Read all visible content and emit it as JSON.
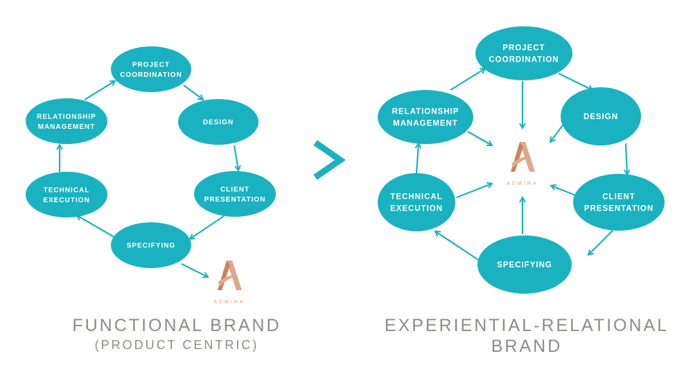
{
  "left_diagram": {
    "nodes": [
      {
        "id": "project-coordination",
        "lines": [
          "PROJECT",
          "COORDINATION"
        ]
      },
      {
        "id": "design",
        "lines": [
          "DESIGN"
        ]
      },
      {
        "id": "client-presentation",
        "lines": [
          "CLIENT",
          "PRESENTATION"
        ]
      },
      {
        "id": "specifying",
        "lines": [
          "SPECIFYING"
        ]
      },
      {
        "id": "technical-execution",
        "lines": [
          "TECHNICAL",
          "EXECUTION"
        ]
      },
      {
        "id": "relationship-management",
        "lines": [
          "RELATIONSHIP",
          "MANAGEMENT"
        ]
      }
    ],
    "logo_text": "ADMIRA",
    "caption_title": "FUNCTIONAL BRAND",
    "caption_subtitle": "(PRODUCT CENTRIC)"
  },
  "right_diagram": {
    "nodes": [
      {
        "id": "project-coordination",
        "lines": [
          "PROJECT",
          "COORDINATION"
        ]
      },
      {
        "id": "design",
        "lines": [
          "DESIGN"
        ]
      },
      {
        "id": "client-presentation",
        "lines": [
          "CLIENT",
          "PRESENTATION"
        ]
      },
      {
        "id": "specifying",
        "lines": [
          "SPECIFYING"
        ]
      },
      {
        "id": "technical-execution",
        "lines": [
          "TECHNICAL",
          "EXECUTION"
        ]
      },
      {
        "id": "relationship-management",
        "lines": [
          "RELATIONSHIP",
          "MANAGEMENT"
        ]
      }
    ],
    "logo_text": "ADMIRA",
    "caption_line1": "EXPERIENTIAL-RELATIONAL",
    "caption_line2": "BRAND"
  },
  "separator_symbol": ">",
  "colors": {
    "node_fill": "#1ab2c0",
    "node_text": "#ffffff",
    "caption_text": "#8c8c84",
    "logo": "#e0a888"
  },
  "icons": [
    "admira-logo-icon",
    "chevron-right-icon",
    "arrow-icon"
  ]
}
